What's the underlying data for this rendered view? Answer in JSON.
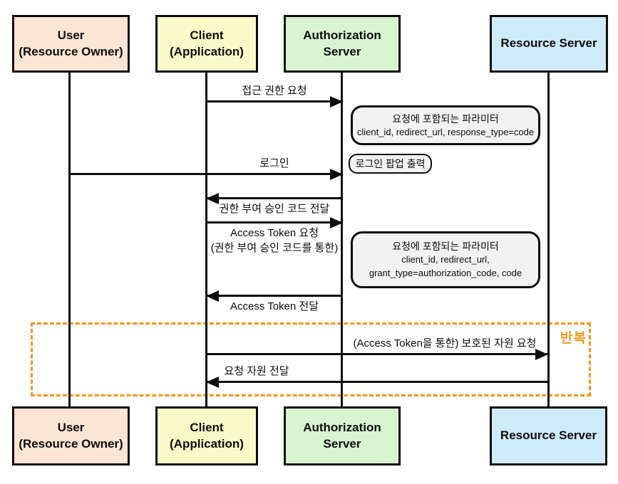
{
  "actors": {
    "user": {
      "label": "User\n(Resource Owner)",
      "color": "#fce5d4"
    },
    "client": {
      "label": "Client\n(Application)",
      "color": "#fafac8"
    },
    "auth": {
      "label": "Authorization Server",
      "color": "#d9f4d0"
    },
    "resource": {
      "label": "Resource Server",
      "color": "#cfeaf8"
    }
  },
  "messages": [
    {
      "id": "access-permission-request",
      "from": "client",
      "to": "auth",
      "direction": "right",
      "label": "접근 권한 요청"
    },
    {
      "id": "login",
      "from": "user",
      "to": "auth",
      "direction": "right",
      "label": "로그인"
    },
    {
      "id": "authorization-code-delivery",
      "from": "auth",
      "to": "client",
      "direction": "left",
      "label": "권한 부여 승인 코드 전달"
    },
    {
      "id": "access-token-request",
      "from": "client",
      "to": "auth",
      "direction": "right",
      "label": "Access Token 요청\n(권한 부여 승인 코드를 통한)"
    },
    {
      "id": "access-token-delivery",
      "from": "auth",
      "to": "client",
      "direction": "left",
      "label": "Access Token 전달"
    },
    {
      "id": "protected-resource-request",
      "from": "client",
      "to": "resource",
      "direction": "right",
      "label": "(Access Token을 통한) 보호된 자원 요청"
    },
    {
      "id": "requested-resource-delivery",
      "from": "resource",
      "to": "client",
      "direction": "left",
      "label": "요청 자원 전달"
    }
  ],
  "notes": [
    {
      "id": "request-params-1",
      "title": "요청에 포함되는 파라미터",
      "body": "client_id, redirect_url, response_type=code"
    },
    {
      "id": "login-popup",
      "label": "로그인 팝업 출력"
    },
    {
      "id": "request-params-2",
      "title": "요청에 포함되는 파라미터",
      "body": "client_id, redirect_url,\ngrant_type=authorization_code, code"
    }
  ],
  "repeat": {
    "label": "반복"
  },
  "colors": {
    "line": "#0d0d0d",
    "note_bg": "#f2f2f2",
    "accent_orange": "#f7941d",
    "user_box": "#fce5d4",
    "client_box": "#fafac8",
    "auth_box": "#d9f4d0",
    "resource_box": "#cfeaf8"
  }
}
